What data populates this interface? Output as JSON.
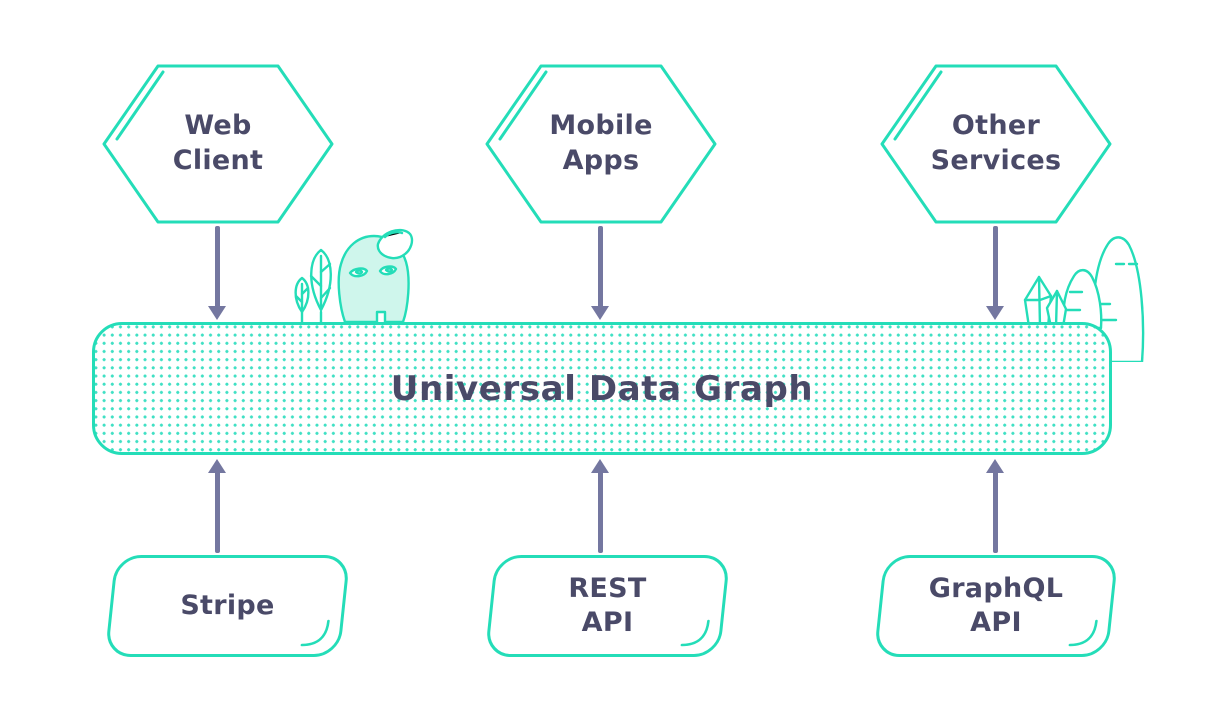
{
  "diagram": {
    "title_note": "architecture diagram",
    "top_nodes": [
      {
        "id": "web-client",
        "label": "Web\nClient"
      },
      {
        "id": "mobile-apps",
        "label": "Mobile\nApps"
      },
      {
        "id": "other-services",
        "label": "Other\nServices"
      }
    ],
    "hub": {
      "label": "Universal Data Graph"
    },
    "bottom_nodes": [
      {
        "id": "stripe",
        "label": "Stripe"
      },
      {
        "id": "rest-api",
        "label": "REST\nAPI"
      },
      {
        "id": "graphql-api",
        "label": "GraphQL\nAPI"
      }
    ],
    "decorations": {
      "left": "mascot-with-plants-icon",
      "right": "crystals-and-hills-icon"
    },
    "colors": {
      "teal_stroke": "#24ddb8",
      "mint_fill": "#cff6ec",
      "text": "#4a4a68",
      "arrow": "#7477a0",
      "hub_dots": "#40e0c4",
      "background": "#ffffff"
    }
  }
}
